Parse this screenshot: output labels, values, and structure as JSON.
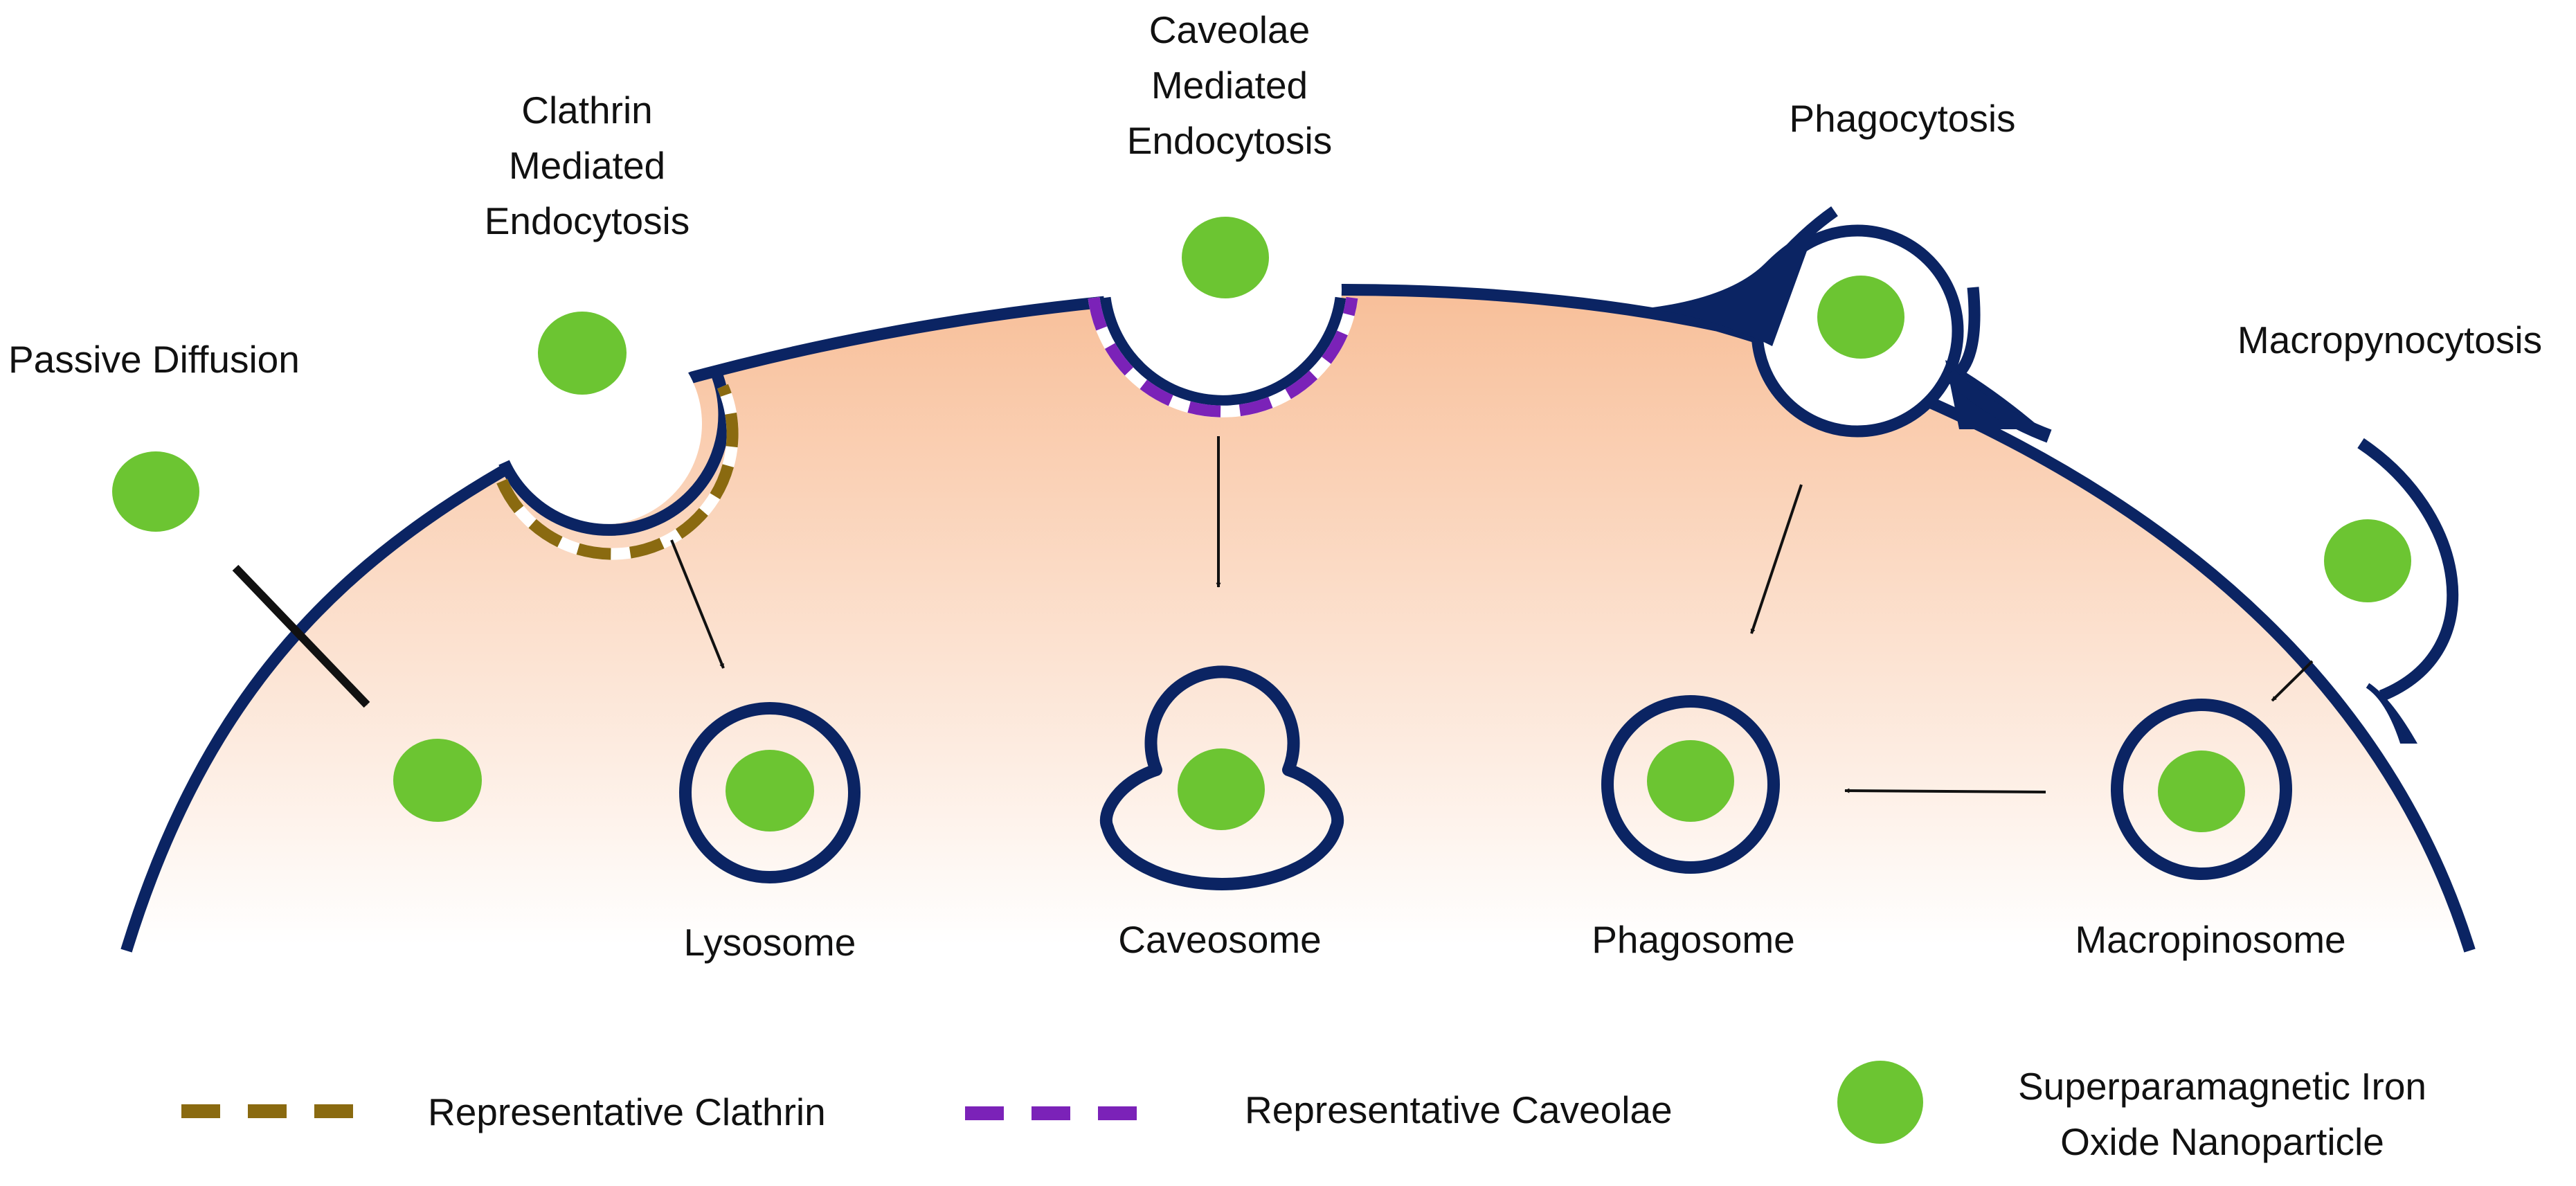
{
  "colors": {
    "membrane": "#0b2463",
    "nanoparticle": "#6cc532",
    "clathrin": "#8a6a10",
    "caveolae": "#7b22b8",
    "cytoplasm_top": "#f8bf99",
    "cytoplasm_bottom": "#ffffff",
    "arrow": "#111111"
  },
  "pathways": {
    "passive_diffusion": "Passive Diffusion",
    "clathrin": [
      "Clathrin",
      "Mediated",
      "Endocytosis"
    ],
    "caveolae": [
      "Caveolae",
      "Mediated",
      "Endocytosis"
    ],
    "phagocytosis": "Phagocytosis",
    "macropinocytosis": "Macropynocytosis"
  },
  "compartments": {
    "lysosome": "Lysosome",
    "caveosome": "Caveosome",
    "phagosome": "Phagosome",
    "macropinosome": "Macropinosome"
  },
  "legend": {
    "clathrin": "Representative Clathrin",
    "caveolae": "Representative Caveolae",
    "nanoparticle": [
      "Superparamagnetic Iron",
      "Oxide Nanoparticle"
    ]
  },
  "icons": {
    "nanoparticle": "green-circle",
    "membrane": "navy-arc",
    "clathrin-coat": "brown-dashed-line",
    "caveolae-coat": "purple-dashed-line"
  }
}
